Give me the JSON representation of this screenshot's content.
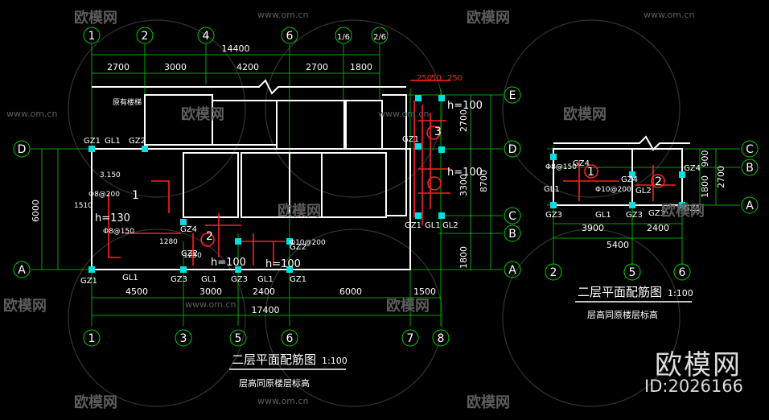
{
  "watermark": {
    "logo": "欧模网",
    "url": "www.om.cn"
  },
  "brand": {
    "name": "欧模网",
    "id": "ID:2026166"
  },
  "colors": {
    "background": "#000000",
    "grid": "#00d000",
    "wall": "#ffffff",
    "rebar": "#ff2020",
    "column": "#00e0e0",
    "text": "#ffffff"
  },
  "plan1": {
    "title": "二层平面配筋图",
    "scale": "1:100",
    "note": "层高同原楼层标高",
    "label_existing": "原有楼梯",
    "grid_bubbles_top": [
      "1",
      "2",
      "4",
      "6",
      "1/6",
      "2/6"
    ],
    "grid_bubbles_bottom": [
      "1",
      "3",
      "5",
      "6",
      "7",
      "8"
    ],
    "grid_bubbles_left": [
      "D",
      "A"
    ],
    "grid_bubbles_right": [
      "E",
      "D",
      "C",
      "B",
      "A"
    ],
    "dims_top_total": "14400",
    "dims_top": [
      "2700",
      "3000",
      "4200",
      "2700",
      "1800"
    ],
    "dims_bottom": [
      "4500",
      "3000",
      "2400",
      "6000",
      "1500"
    ],
    "dims_bottom_total": "17400",
    "dims_left": "6000",
    "dims_right": [
      "2700",
      "3300",
      "1800"
    ],
    "dims_right_total": "8700",
    "dims_top_small": [
      "250",
      "50",
      "250"
    ],
    "col_labels": [
      "GZ1",
      "GL1",
      "GZ2",
      "GZ4",
      "GZ3",
      "GL1",
      "GZ3",
      "GL1",
      "GZ1",
      "GZ2",
      "GL1",
      "GZ1",
      "GZ1",
      "GL1",
      "GL2",
      "GZ1",
      "GZ2"
    ],
    "beam_labels": [
      "h=130",
      "h=100",
      "h=100",
      "h=100",
      "h=100"
    ],
    "slab_numbers": [
      "1",
      "2",
      "3"
    ],
    "rebar_notes": [
      "Φ8@200",
      "Φ8@150",
      "Φ10@200",
      "3.150",
      "1280",
      "1510",
      "1250"
    ]
  },
  "plan2": {
    "title": "二层平面配筋图",
    "scale": "1:100",
    "note": "层高同原楼层标高",
    "grid_bubbles_bottom": [
      "2",
      "5",
      "6"
    ],
    "grid_bubbles_right": [
      "C",
      "B",
      "A"
    ],
    "dims_bottom": [
      "3900",
      "2400"
    ],
    "dims_bottom_total": "5400",
    "dims_right": [
      "900",
      "1800"
    ],
    "dims_right_total": "2700",
    "col_labels": [
      "GZ4",
      "GL1",
      "GZ3",
      "GL1",
      "GZ3",
      "GZ3",
      "GZ4",
      "GL2",
      "GZ4",
      "GZ1"
    ],
    "slab_numbers": [
      "1",
      "2"
    ],
    "rebar_notes": [
      "Φ8@150",
      "Φ10@200"
    ]
  }
}
